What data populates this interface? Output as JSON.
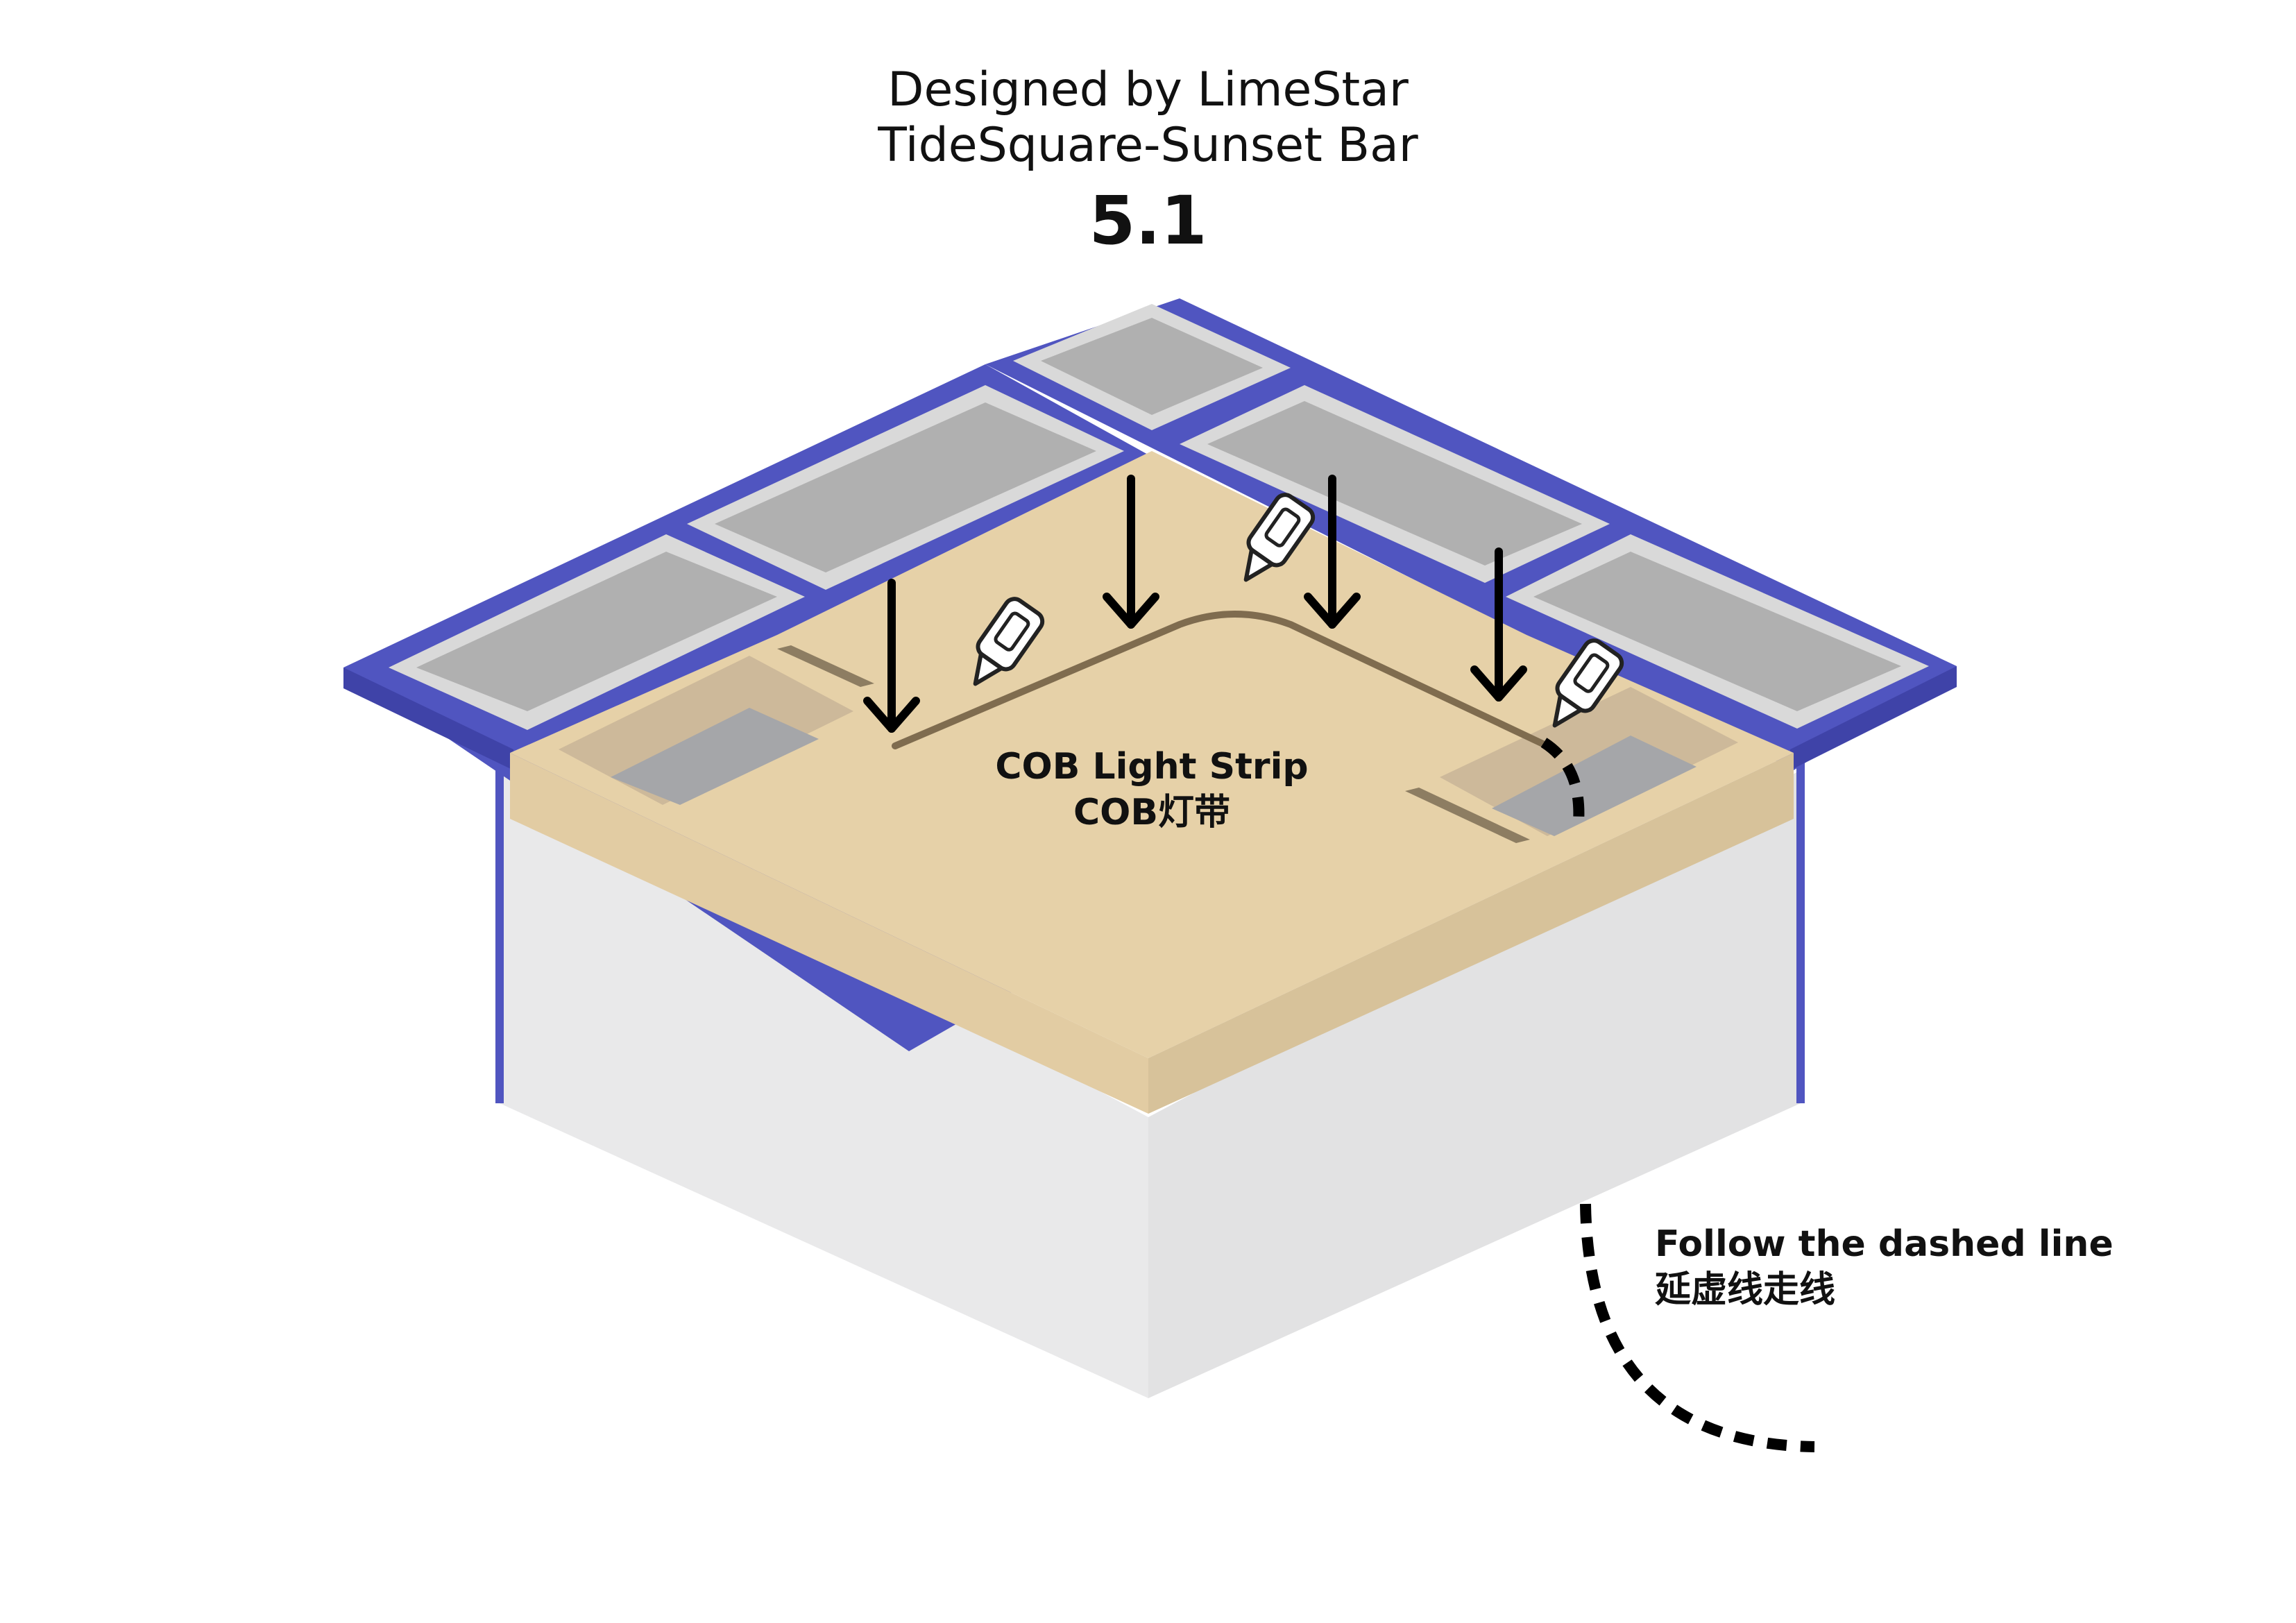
{
  "header": {
    "designer": "Designed by LimeStar",
    "product": "TideSquare-Sunset Bar",
    "step": "5.1"
  },
  "labels": {
    "cob_en": "COB Light Strip",
    "cob_cn": "COB灯带",
    "follow_en": "Follow the dashed line",
    "follow_cn": "延虚线走线"
  },
  "colors": {
    "wood_top": "#e6d1a8",
    "wood_side": "#d7c29a",
    "frame_blue": "#5055c0",
    "tray_gray": "#b0b0b0",
    "tray_rim": "#d9d9d9",
    "cabinet_left": "#e9e9ea",
    "cabinet_right": "#e2e2e3",
    "arrow": "#000000"
  },
  "icons": {
    "arrow": "down-arrow-icon",
    "glue": "glue-bottle-icon"
  }
}
